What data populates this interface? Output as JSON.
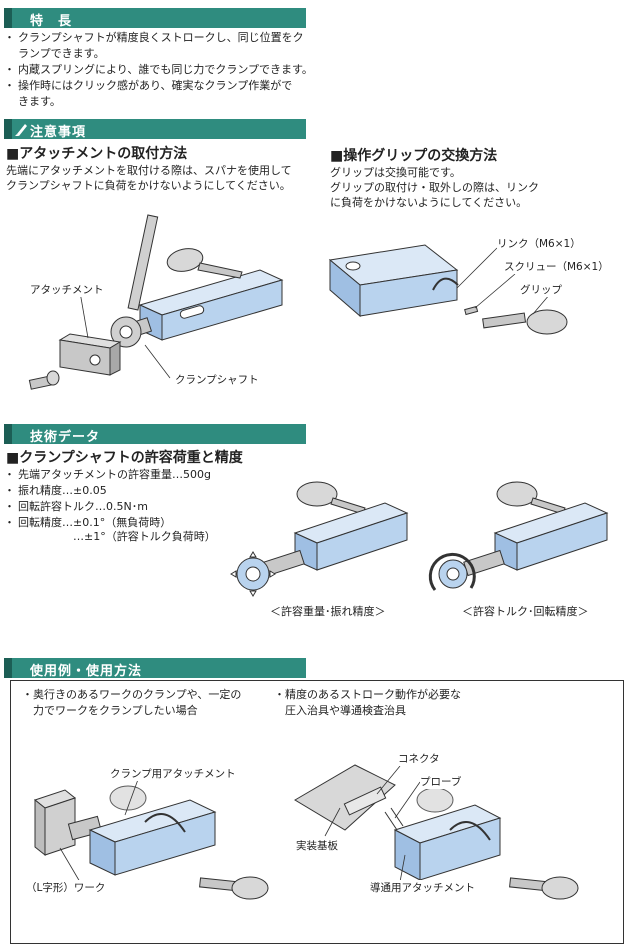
{
  "features": {
    "title": "特　長",
    "items": [
      "クランプシャフトが精度良くストロークし、同じ位置をク",
      "ランプできます。",
      "内蔵スプリングにより、誰でも同じ力でクランプできます。",
      "操作時にはクリック感があり、確実なクランプ作業がで",
      "きます。"
    ]
  },
  "notes": {
    "title": "注意事項",
    "attach": {
      "heading": "■アタッチメントの取付方法",
      "text": [
        "先端にアタッチメントを取付ける際は、スパナを使用して",
        "クランプシャフトに負荷をかけないようにしてください。"
      ],
      "label_attachment": "アタッチメント",
      "label_shaft": "クランプシャフト"
    },
    "grip": {
      "heading": "■操作グリップの交換方法",
      "text": [
        "グリップは交換可能です。",
        "グリップの取付け・取外しの際は、リンク",
        "に負荷をかけないようにしてください。"
      ],
      "label_link": "リンク（M6×1）",
      "label_screw": "スクリュー（M6×1）",
      "label_grip": "グリップ"
    }
  },
  "tech": {
    "title": "技術データ",
    "heading": "■クランプシャフトの許容荷重と精度",
    "specs": [
      "先端アタッチメントの許容重量…500g",
      "振れ精度…±0.05",
      "回転許容トルク…0.5N･m",
      "回転精度…±0.1°（無負荷時）"
    ],
    "spec_cont": "…±1°（許容トルク負荷時）",
    "caption_left": "＜許容重量･振れ精度＞",
    "caption_right": "＜許容トルク･回転精度＞"
  },
  "usage": {
    "title": "使用例・使用方法",
    "left_text": [
      "・奥行きのあるワークのクランプや、一定の",
      "　力でワークをクランプしたい場合"
    ],
    "right_text": [
      "・精度のあるストローク動作が必要な",
      "　圧入治具や導通検査治具"
    ],
    "label_clamp_attach": "クランプ用アタッチメント",
    "label_work": "（L字形）ワーク",
    "label_connector": "コネクタ",
    "label_probe": "プローブ",
    "label_board": "実装基板",
    "label_cond_attach": "導通用アタッチメント"
  },
  "colors": {
    "section_bar": "#2f8c7f",
    "part_blue": "#b9d3ee",
    "part_gray": "#c8c8c8"
  }
}
